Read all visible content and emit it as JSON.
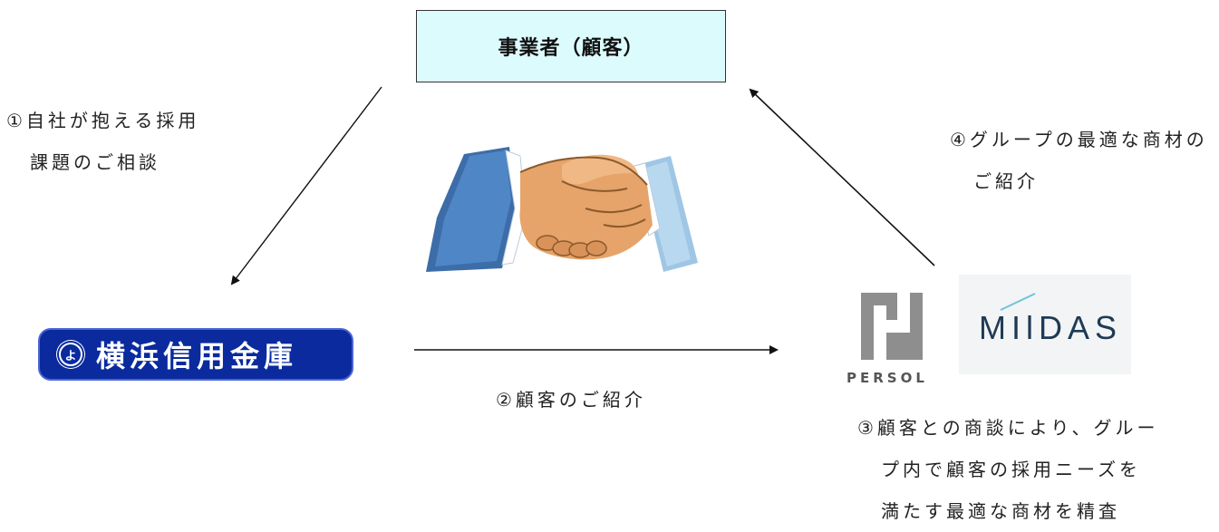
{
  "customer": {
    "label": "事業者（顧客）"
  },
  "steps": {
    "step1": {
      "line1": "①自社が抱える採用",
      "line2": "課題のご相談"
    },
    "step2": {
      "line1": "②顧客のご紹介"
    },
    "step3": {
      "line1": "③顧客との商談により、グルー",
      "line2": "プ内で顧客の採用ニーズを",
      "line3": "満たす最適な商材を精査"
    },
    "step4": {
      "line1": "④グループの最適な商材の",
      "line2": "ご紹介"
    }
  },
  "bank": {
    "name": "横浜信用金庫",
    "mark": "よ",
    "color": "#0a2a9e"
  },
  "persol": {
    "name": "PERSOL",
    "color": "#8e8e8e"
  },
  "mildas": {
    "name": "MIlDAS",
    "accent": "#6fc3d8"
  },
  "icons": {
    "center": "handshake-icon"
  }
}
